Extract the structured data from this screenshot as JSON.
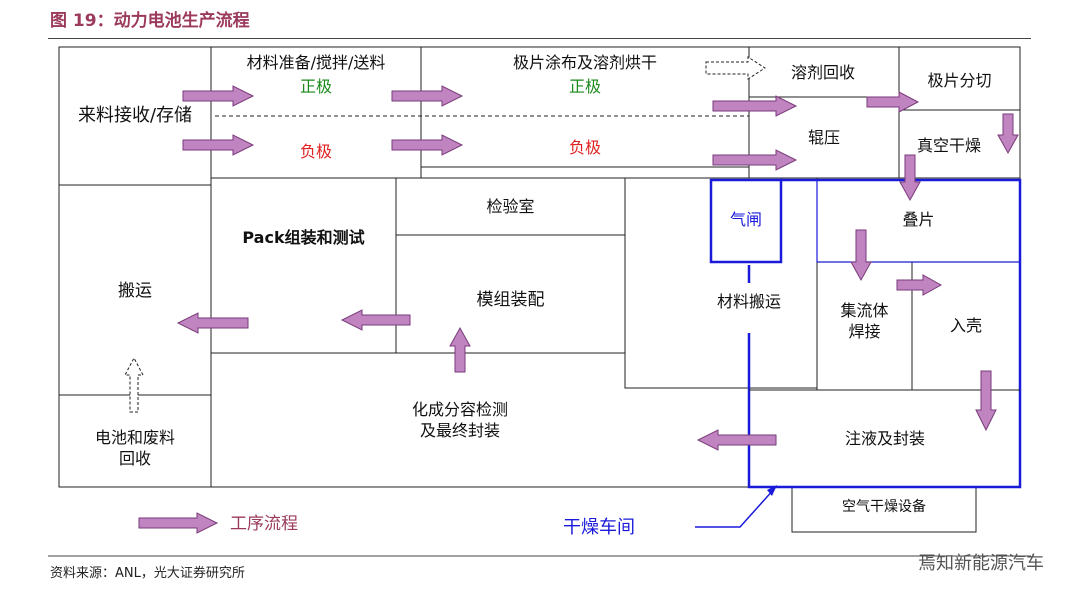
{
  "figure": {
    "title": "图 19：动力电池生产流程",
    "source": "资料来源：ANL，光大证券研究所",
    "watermark": "焉知新能源汽车"
  },
  "nodes": {
    "receiving": "来料接收/存储",
    "mixing": "材料准备/搅拌/送料",
    "mixing_pos": "正极",
    "mixing_neg": "负极",
    "coating": "极片涂布及溶剂烘干",
    "coating_pos": "正极",
    "coating_neg": "负极",
    "solvent_recovery": "溶剂回收",
    "slitting": "极片分切",
    "calendering": "辊压",
    "vacuum_drying": "真空干燥",
    "pack_assembly": "Pack组装和测试",
    "inspection_room": "检验室",
    "airlock": "气闸",
    "stacking": "叠片",
    "handling": "搬运",
    "module_assembly": "模组装配",
    "material_handling": "材料搬运",
    "collector_welding": "集流体\n焊接",
    "casing": "入壳",
    "formation_testing": "化成分容检测\n及最终封装",
    "battery_recycling": "电池和废料\n回收",
    "filling_sealing": "注液及封装",
    "dry_air_equipment": "空气干燥设备"
  },
  "legend": {
    "process_flow": "工序流程",
    "dry_room": "干燥车间"
  },
  "colors": {
    "arrow_fill": "#c084c0",
    "arrow_stroke": "#7a3a7a",
    "dry_room_blue": "#1a1adb",
    "positive_green": "#1a8a1a",
    "negative_red": "#e02020",
    "title_color": "#9b3a5c"
  }
}
